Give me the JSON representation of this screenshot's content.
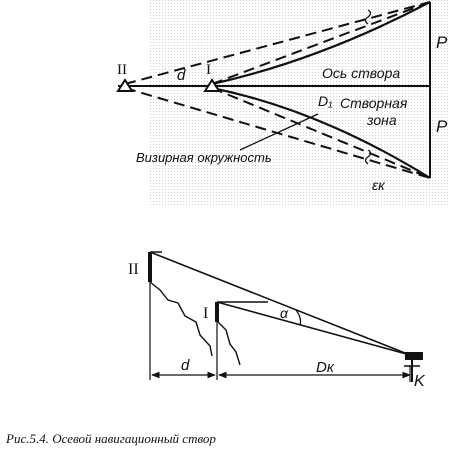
{
  "figure": {
    "caption": "Рис.5.4. Осевой навигационный створ",
    "top_diagram": {
      "front_mark": "I",
      "rear_mark": "II",
      "distance_label": "d",
      "axis_label": "Ось створа",
      "zone_label_line1": "Створная",
      "zone_label_line2": "зона",
      "upper_half_width_label": "P",
      "lower_half_width_label": "P",
      "circle_label": "Визирная окружность",
      "circle_marker_label": "D₁",
      "epsilon_label": "εк"
    },
    "bottom_diagram": {
      "rear_mark": "II",
      "front_mark": "I",
      "angle_label": "α",
      "distance_label": "d",
      "range_label": "Dк",
      "observer_label": "K"
    }
  }
}
